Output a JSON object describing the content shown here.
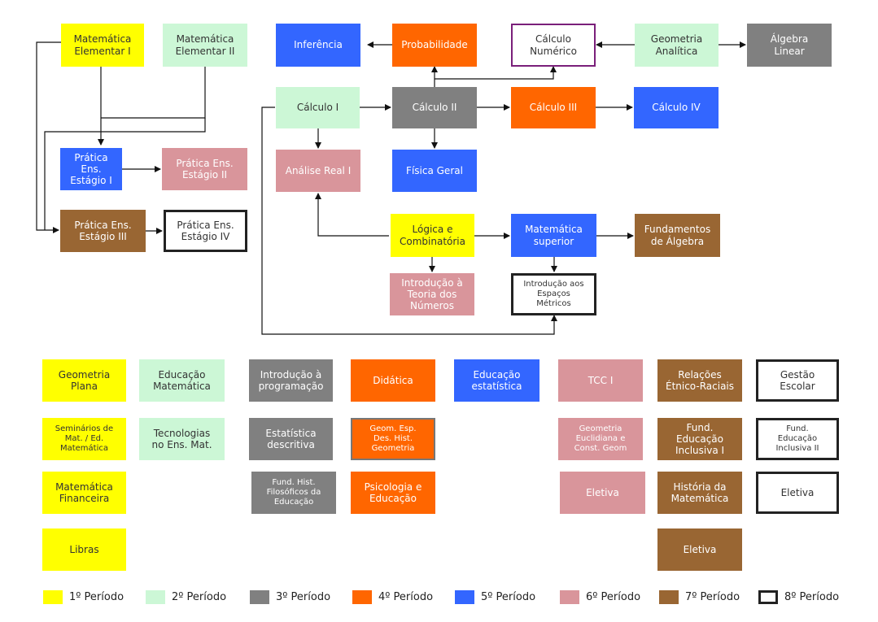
{
  "colors": {
    "p1": "#ffff00",
    "p2": "#ccf7d6",
    "p3": "#808080",
    "p4": "#ff6600",
    "p5": "#3366ff",
    "p6": "#d9959b",
    "p7": "#996633",
    "p8": "#ffffff",
    "calc_numerico_border": "#7a1f7a"
  },
  "courses": {
    "mat_elem_1": "Matemática\nElementar I",
    "mat_elem_2": "Matemática\nElementar II",
    "inferencia": "Inferência",
    "probabilidade": "Probabilidade",
    "calc_numerico": "Cálculo\nNumérico",
    "geo_analitica": "Geometria\nAnalítica",
    "alg_linear": "Álgebra\nLinear",
    "calc_1": "Cálculo I",
    "calc_2": "Cálculo II",
    "calc_3": "Cálculo III",
    "calc_4": "Cálculo IV",
    "pratica_1": "Prática Ens.\nEstágio I",
    "pratica_2": "Prática Ens.\nEstágio II",
    "analise_real": "Análise Real I",
    "fisica_geral": "Física Geral",
    "pratica_3": "Prática Ens.\nEstágio III",
    "pratica_4": "Prática Ens.\nEstágio IV",
    "logica": "Lógica e\nCombinatória",
    "mat_superior": "Matemática\nsuperior",
    "fund_algebra": "Fundamentos\nde Álgebra",
    "intro_teoria": "Introdução à\nTeoria dos\nNúmeros",
    "intro_espacos": "Introdução aos\nEspaços\nMétricos",
    "geo_plana": "Geometria\nPlana",
    "educ_mat": "Educação\nMatemática",
    "intro_prog": "Introdução à\nprogramação",
    "didatica": "Didática",
    "educ_estat": "Educação\nestatística",
    "tcc": "TCC I",
    "relacoes": "Relações\nÉtnico-Raciais",
    "gestao": "Gestão\nEscolar",
    "seminarios": "Seminários de\nMat. / Ed.\nMatemática",
    "tecnologias": "Tecnologias\nno Ens. Mat.",
    "estat_desc": "Estatística\ndescritiva",
    "geom_esp": "Geom. Esp.\nDes. Hist.\nGeometria",
    "geo_euclid": "Geometria\nEuclidiana e\nConst. Geom",
    "fund_educ_1": "Fund.\nEducação\nInclusiva I",
    "fund_educ_2": "Fund.\nEducação\nInclusiva II",
    "mat_financeira": "Matemática\nFinanceira",
    "fund_hist": "Fund. Hist.\nFilosóficos da\nEducação",
    "psicologia": "Psicologia e\nEducação",
    "eletiva_6": "Eletiva",
    "historia_mat": "História da\nMatemática",
    "eletiva_8": "Eletiva",
    "libras": "Libras",
    "eletiva_7": "Eletiva"
  },
  "legend": [
    "1º Período",
    "2º Período",
    "3º Período",
    "4º Período",
    "5º Período",
    "6º Período",
    "7º Período",
    "8º Período"
  ]
}
